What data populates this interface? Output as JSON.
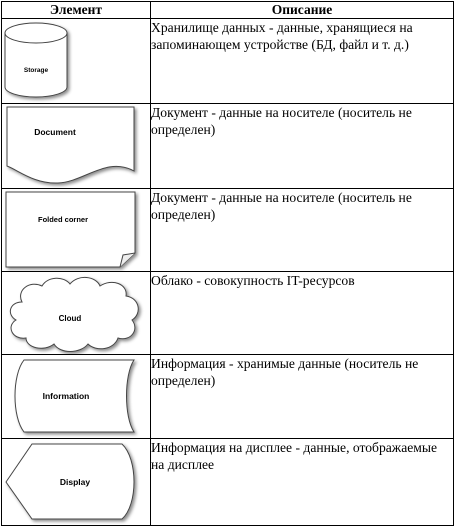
{
  "header": {
    "element_label": "Элемент",
    "description_label": "Описание"
  },
  "rows": [
    {
      "shape": "cylinder-icon",
      "label": "Storage",
      "description": "Хранилище данных - данные, хранящиеся на запоминающем устройстве (БД, файл и т. д.)"
    },
    {
      "shape": "document-icon",
      "label": "Document",
      "description": "Документ - данные на носителе (носитель не определен)"
    },
    {
      "shape": "folded-corner-icon",
      "label": "Folded corner",
      "description": "Документ - данные на носителе (носитель не определен)"
    },
    {
      "shape": "cloud-icon",
      "label": "Cloud",
      "description": "Облако - совокупность IT-ресурсов"
    },
    {
      "shape": "stored-data-icon",
      "label": "Information",
      "description": "Информация - хранимые данные (носитель не определен)"
    },
    {
      "shape": "display-icon",
      "label": "Display",
      "description": "Информация на дисплее - данные, отображаемые на дисплее"
    }
  ]
}
